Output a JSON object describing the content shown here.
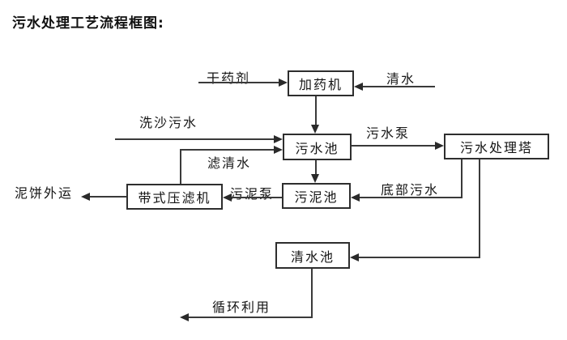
{
  "title": "污水处理工艺流程框图:",
  "nodes": {
    "dosing_machine": "加药机",
    "sewage_pool": "污水池",
    "sewage_treatment_tower": "污水处理塔",
    "sludge_pool": "污泥池",
    "belt_filter_press": "带式压滤机",
    "clean_water_pool": "清水池"
  },
  "edge_labels": {
    "dry_chemical": "干药剂",
    "clean_water": "清水",
    "sand_washing_sewage": "洗沙污水",
    "filtered_water": "滤清水",
    "sewage_pump": "污水泵",
    "bottom_sewage": "底部污水",
    "sludge_pump": "污泥泵",
    "mud_cake_out": "泥饼外运",
    "recycle": "循环利用"
  },
  "colors": {
    "line": "#3a3a3a",
    "box_border": "#2e2e2e",
    "text": "#141414",
    "background": "#ffffff"
  }
}
